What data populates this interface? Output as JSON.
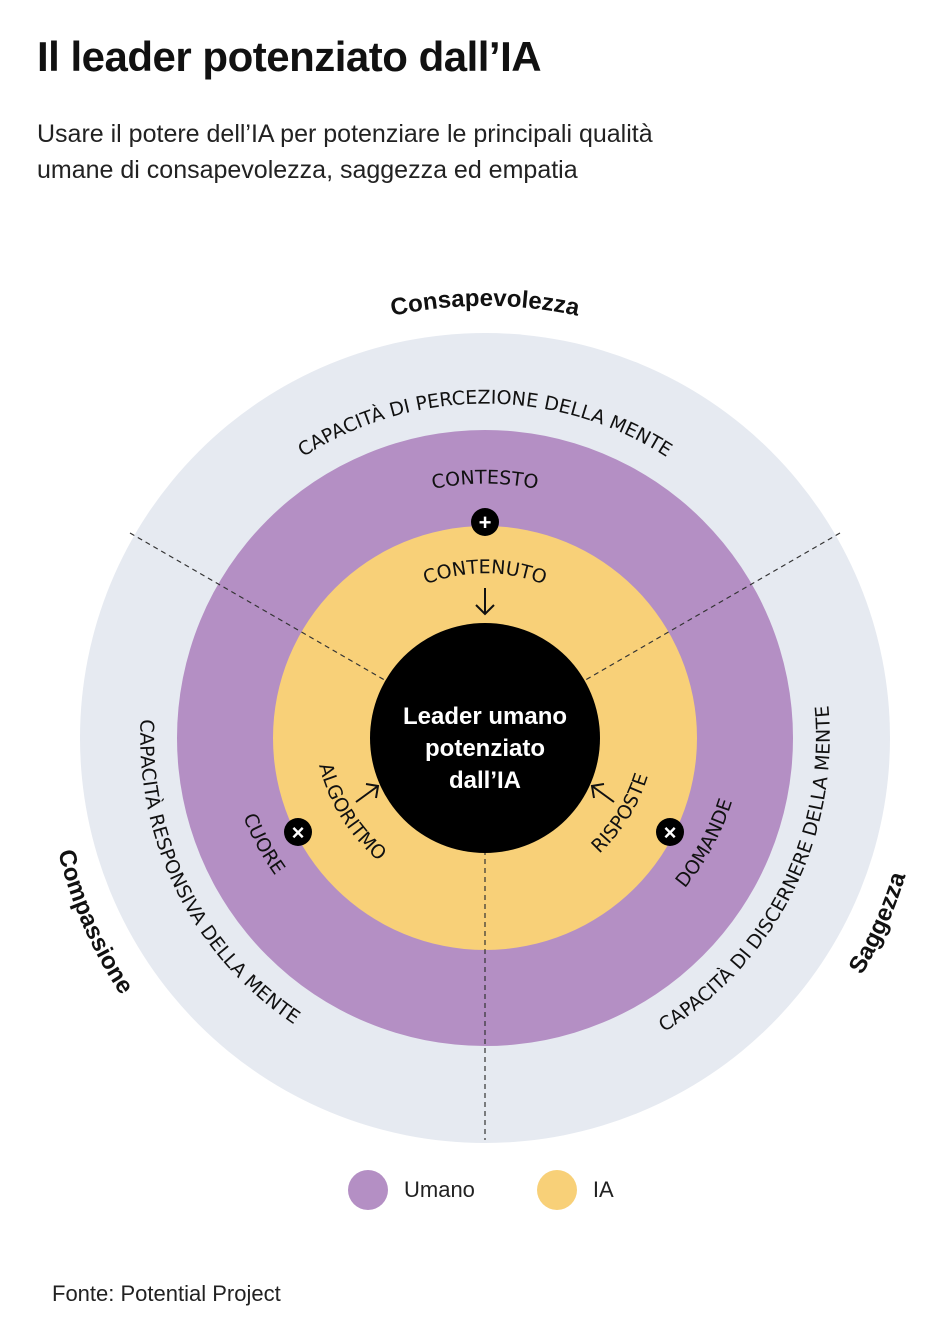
{
  "title": "Il leader potenziato dall’IA",
  "subtitle_lines": [
    "Usare il potere dell’IA per potenziare le principali qualità",
    "umane di consapevolezza, saggezza ed empatia"
  ],
  "colors": {
    "outer_ring": "#E6EAF1",
    "human_ring": "#B48FC4",
    "ai_ring": "#F8D078",
    "core": "#000000",
    "divider": "#333333"
  },
  "diagram": {
    "center_lines": [
      "Leader umano",
      "potenziato",
      "dall’IA"
    ],
    "qualities": {
      "top": "Consapevolezza",
      "left": "Compassione",
      "right": "Saggezza"
    },
    "capacities": {
      "top": "CAPACITÀ DI PERCEZIONE DELLA MENTE",
      "left": "CAPACITÀ RESPONSIVA DELLA MENTE",
      "right": "CAPACITÀ DI DISCERNERE DELLA MENTE"
    },
    "human_labels": {
      "top": "CONTESTO",
      "left": "CUORE",
      "right": "DOMANDE"
    },
    "ai_labels": {
      "top": "CONTENUTO",
      "left": "ALGORITMO",
      "right": "RISPOSTE"
    },
    "plus_symbol": "+",
    "times_symbol": "×"
  },
  "legend": [
    {
      "label": "Umano",
      "color": "#B48FC4"
    },
    {
      "label": "IA",
      "color": "#F8D078"
    }
  ],
  "source": "Fonte: Potential Project"
}
